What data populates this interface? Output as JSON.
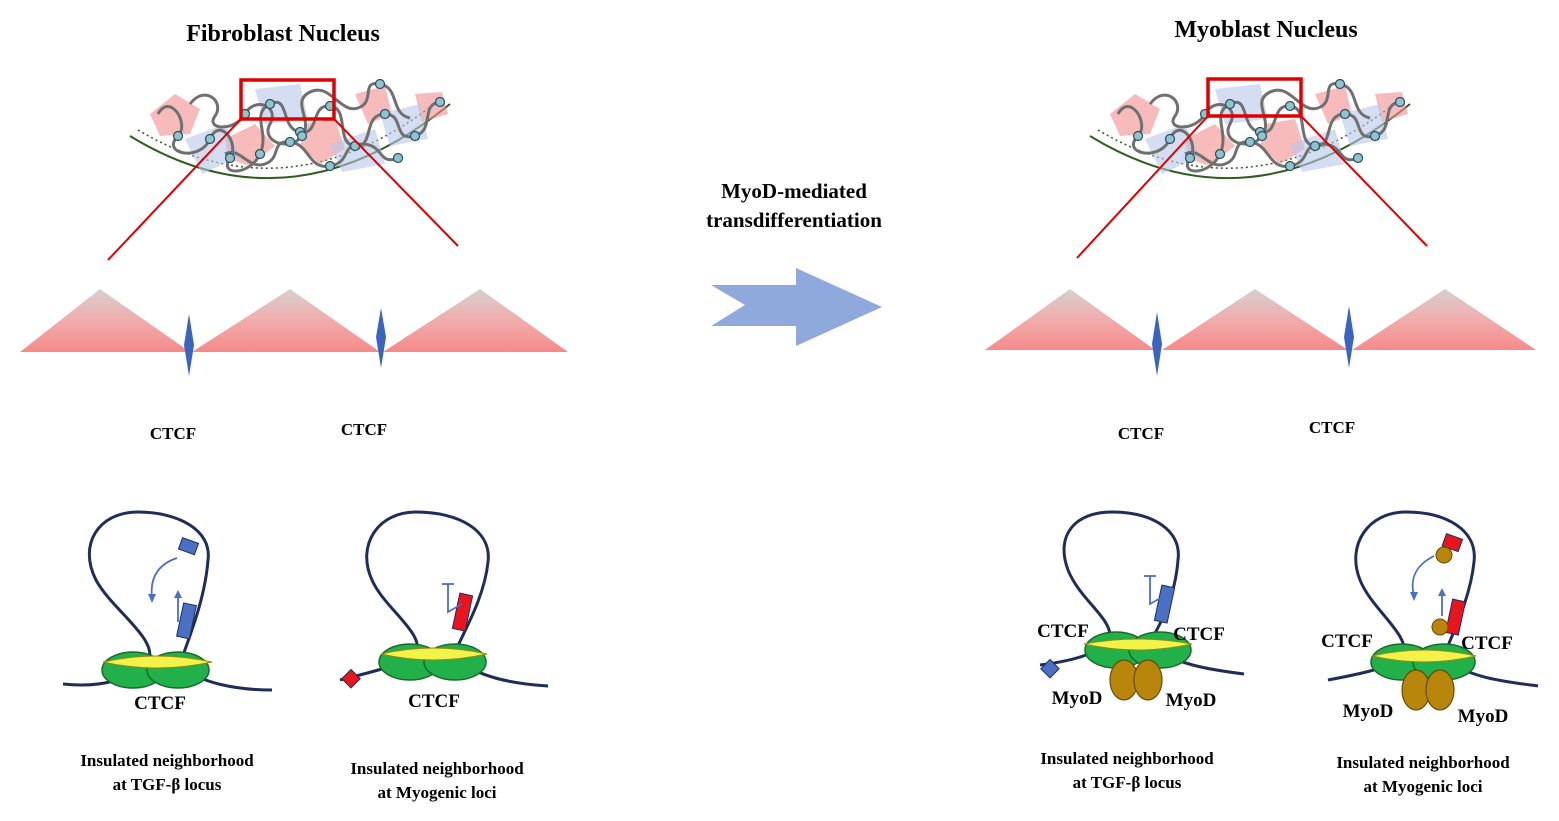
{
  "left_panel": {
    "title": "Fibroblast Nucleus",
    "ctcf_boundary_labels": [
      "CTCF",
      "CTCF"
    ],
    "loop_tgf": {
      "ctcf_label": "CTCF",
      "caption_line1": "Insulated neighborhood",
      "caption_line2": "at TGF-β locus"
    },
    "loop_myo": {
      "ctcf_label": "CTCF",
      "caption_line1": "Insulated neighborhood",
      "caption_line2": "at Myogenic loci"
    }
  },
  "center": {
    "arrow_label_line1": "MyoD-mediated",
    "arrow_label_line2": "transdifferentiation",
    "arrow_color": "#8fa9dc"
  },
  "right_panel": {
    "title": "Myoblast Nucleus",
    "ctcf_boundary_labels": [
      "CTCF",
      "CTCF"
    ],
    "loop_tgf": {
      "ctcf_left": "CTCF",
      "ctcf_right": "CTCF",
      "myod_left": "MyoD",
      "myod_right": "MyoD",
      "caption_line1": "Insulated neighborhood",
      "caption_line2": "at TGF-β locus"
    },
    "loop_myo": {
      "ctcf_left": "CTCF",
      "ctcf_right": "CTCF",
      "myod_left": "MyoD",
      "myod_right": "MyoD",
      "caption_line1": "Insulated neighborhood",
      "caption_line2": "at Myogenic loci"
    }
  },
  "colors": {
    "highlight_box": "#e00000",
    "ctcf_protein": "#22b04a",
    "cohesin_ring": "#f2f24a",
    "myod_protein": "#b8860b",
    "chromatin": "#1f2d5a",
    "domain_pink": "#f08a8a",
    "ctcf_site": "#4a70c4",
    "gene_red": "#e8141e",
    "gene_blue": "#4a70c4"
  }
}
